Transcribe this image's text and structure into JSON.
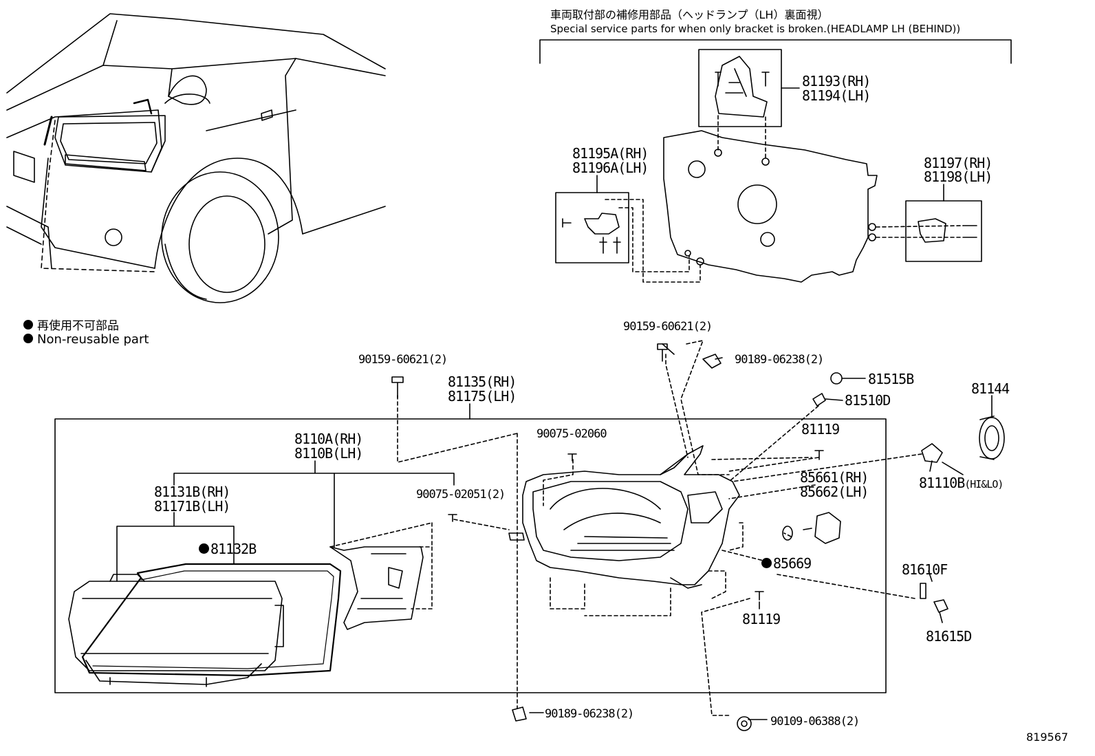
{
  "header": {
    "title_ja": "車両取付部の補修用部品（ヘッドランプ（LH）裏面視）",
    "title_en": "Special service parts for when only bracket is broken.(HEADLAMP LH (BEHIND))"
  },
  "legend": {
    "ja": "再使用不可部品",
    "en": "Non-reusable part"
  },
  "labels": {
    "p81193": "81193(RH)",
    "p81194": "81194(LH)",
    "p81195a": "81195A(RH)",
    "p81196a": "81196A(LH)",
    "p81197": "81197(RH)",
    "p81198": "81198(LH)",
    "p90159_left": "90159-60621(2)",
    "p90159_top": "90159-60621(2)",
    "p90189_top": "90189-06238(2)",
    "p81515b": "81515B",
    "p81510d": "81510D",
    "p81144": "81144",
    "p81135": "81135(RH)",
    "p81175": "81175(LH)",
    "p8110a": "8110A(RH)",
    "p8110b": "8110B(LH)",
    "p90075_02060": "90075-02060",
    "p81119_top": "81119",
    "p81110b": "81110B",
    "p81110b_suffix": "(HI&LO)",
    "p85661": "85661(RH)",
    "p85662": "85662(LH)",
    "p81131b": "81131B(RH)",
    "p81171b": "81171B(LH)",
    "p90075_02051": "90075-02051(2)",
    "p81132b": "81132B",
    "p85669": "85669",
    "p81610f": "81610F",
    "p81119_bottom": "81119",
    "p81615d": "81615D",
    "p90189_bottom": "90189-06238(2)",
    "p90109": "90109-06388(2)"
  },
  "figure_id": "819567"
}
